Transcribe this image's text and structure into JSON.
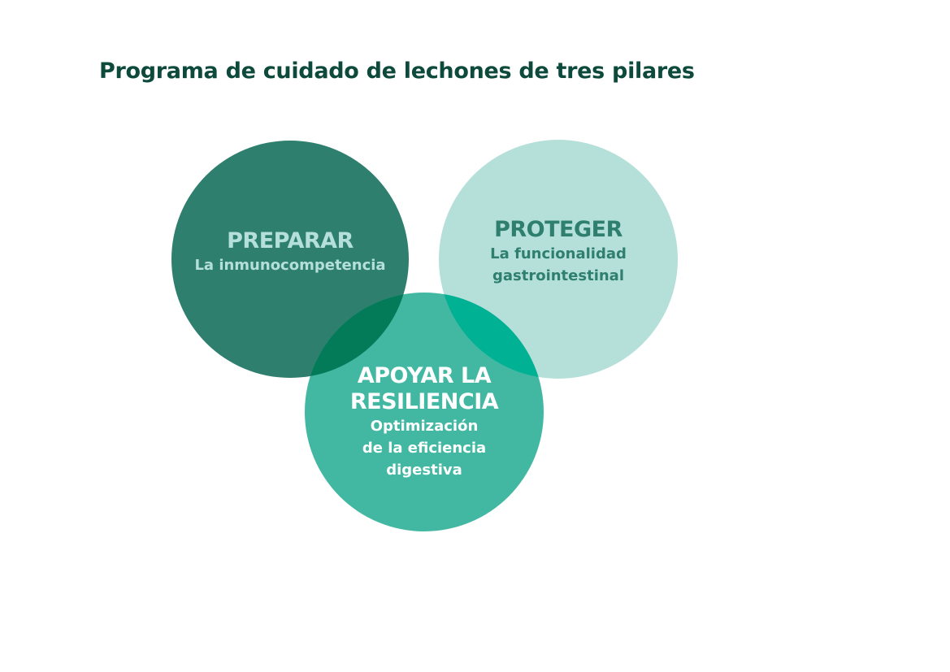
{
  "title": "Programa de cuidado de lechones de tres pilares",
  "pillars": [
    {
      "heading": "PREPARAR",
      "subtitle": "La inmunocompetencia",
      "color": "#2e7f6e"
    },
    {
      "heading": "PROTEGER",
      "subtitle_lines": [
        "La funcionalidad",
        "gastrointestinal"
      ],
      "color": "#b5e0d9"
    },
    {
      "heading_lines": [
        "APOYAR LA",
        "RESILIENCIA"
      ],
      "subtitle_lines": [
        "Optimización",
        "de la eficiencia",
        "digestiva"
      ],
      "color": "#42b8a3"
    }
  ]
}
